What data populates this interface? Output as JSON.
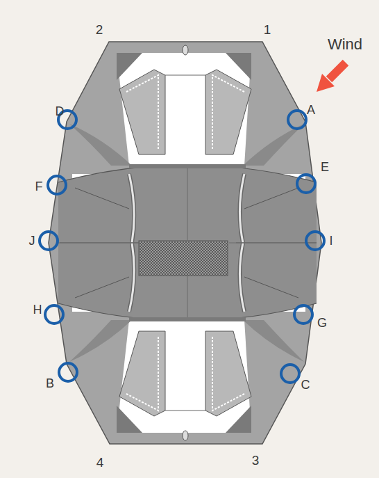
{
  "diagram": {
    "labels": [
      "2",
      "1",
      "Wind",
      "D",
      "A",
      "E",
      "F",
      "J",
      "I",
      "H",
      "G",
      "B",
      "C",
      "4",
      "3"
    ]
  }
}
